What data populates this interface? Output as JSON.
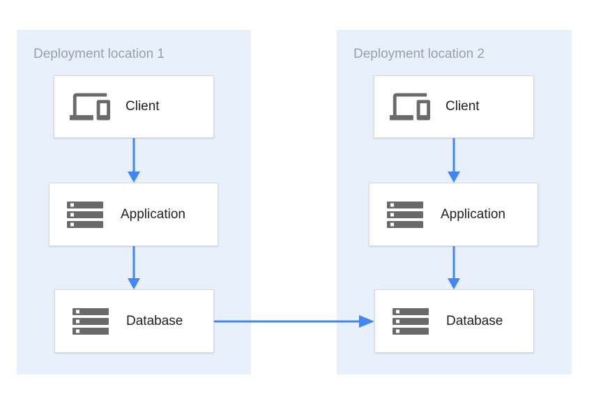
{
  "groups": [
    {
      "title": "Deployment location 1",
      "nodes": [
        {
          "label": "Client",
          "icon": "devices-icon"
        },
        {
          "label": "Application",
          "icon": "servers-icon"
        },
        {
          "label": "Database",
          "icon": "servers-icon"
        }
      ]
    },
    {
      "title": "Deployment location 2",
      "nodes": [
        {
          "label": "Client",
          "icon": "devices-icon"
        },
        {
          "label": "Application",
          "icon": "servers-icon"
        },
        {
          "label": "Database",
          "icon": "servers-icon"
        }
      ]
    }
  ],
  "connections": [
    {
      "from": "Client (location 1)",
      "to": "Application (location 1)",
      "direction": "down"
    },
    {
      "from": "Application (location 1)",
      "to": "Database (location 1)",
      "direction": "down"
    },
    {
      "from": "Client (location 2)",
      "to": "Application (location 2)",
      "direction": "down"
    },
    {
      "from": "Application (location 2)",
      "to": "Database (location 2)",
      "direction": "down"
    },
    {
      "from": "Database (location 1)",
      "to": "Database (location 2)",
      "direction": "right"
    }
  ],
  "colors": {
    "panel-bg": "#e8f0fb",
    "box-bg": "#ffffff",
    "box-border": "#d8dadd",
    "title-text": "#9aa0a6",
    "label-text": "#202124",
    "icon": "#6a6a6a",
    "arrow": "#4285f4"
  }
}
